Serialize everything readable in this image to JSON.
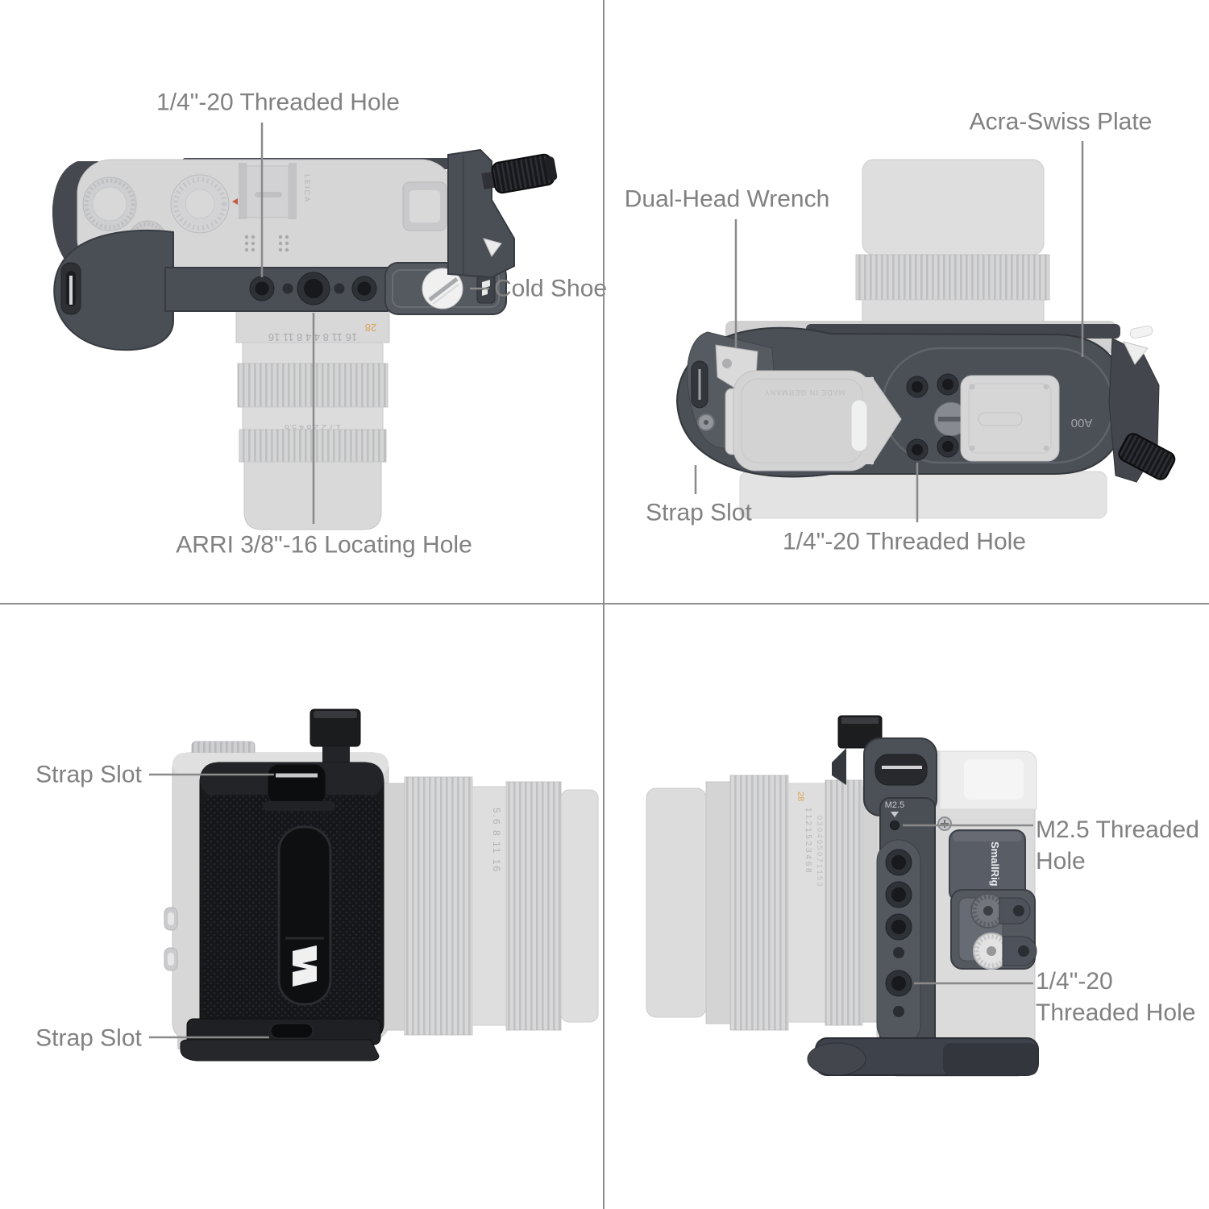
{
  "diagram": {
    "description": "Camera cage four-view feature callout diagram",
    "colors": {
      "background": "#ffffff",
      "divider": "#8d8d8d",
      "label_text": "#818181",
      "callout_line": "#8a8a8a",
      "cage_dark_gray": "#4a4e55",
      "grip_black": "#17181a",
      "ghost_light_gray": "#d6d6d7",
      "accent_orange": "#d9a758"
    },
    "quadrants": {
      "top_left": {
        "view": "top view",
        "labels": {
          "threaded_hole": "1/4\"-20 Threaded Hole",
          "cold_shoe": "Cold Shoe",
          "arri_hole": "ARRI 3/8\"-16 Locating Hole"
        }
      },
      "top_right": {
        "view": "bottom view",
        "labels": {
          "acra_swiss": "Acra-Swiss Plate",
          "dual_head_wrench": "Dual-Head Wrench",
          "strap_slot": "Strap Slot",
          "threaded_hole": "1/4\"-20 Threaded Hole"
        }
      },
      "bottom_left": {
        "view": "grip side view",
        "labels": {
          "strap_slot_top": "Strap Slot",
          "strap_slot_bottom": "Strap Slot"
        }
      },
      "bottom_right": {
        "view": "cage side view",
        "labels": {
          "m25_line1": "M2.5 Threaded",
          "m25_line2": "Hole",
          "quarter_line1": "1/4\"-20",
          "quarter_line2": "Threaded Hole"
        }
      }
    },
    "engravings": {
      "leica": "LEICA",
      "a00": "A00",
      "made_in_germany": "MADE IN GERMANY",
      "m25_marking": "M2.5",
      "smallrig_logo": "SmallRig",
      "lens_scale_top": "16  11  8  4    4  8  11  16",
      "lens_aperture_top": "1.7  2  2.8  4  5.6",
      "lens_focal": "28",
      "lens_scale_side": "5.6   8   11   16",
      "lens_scale_right_1": "1  1.2  1.5  2  3  4  6  8",
      "lens_scale_right_2": "0.3 0.4 0.5 0.7 1 1.5 3"
    }
  }
}
